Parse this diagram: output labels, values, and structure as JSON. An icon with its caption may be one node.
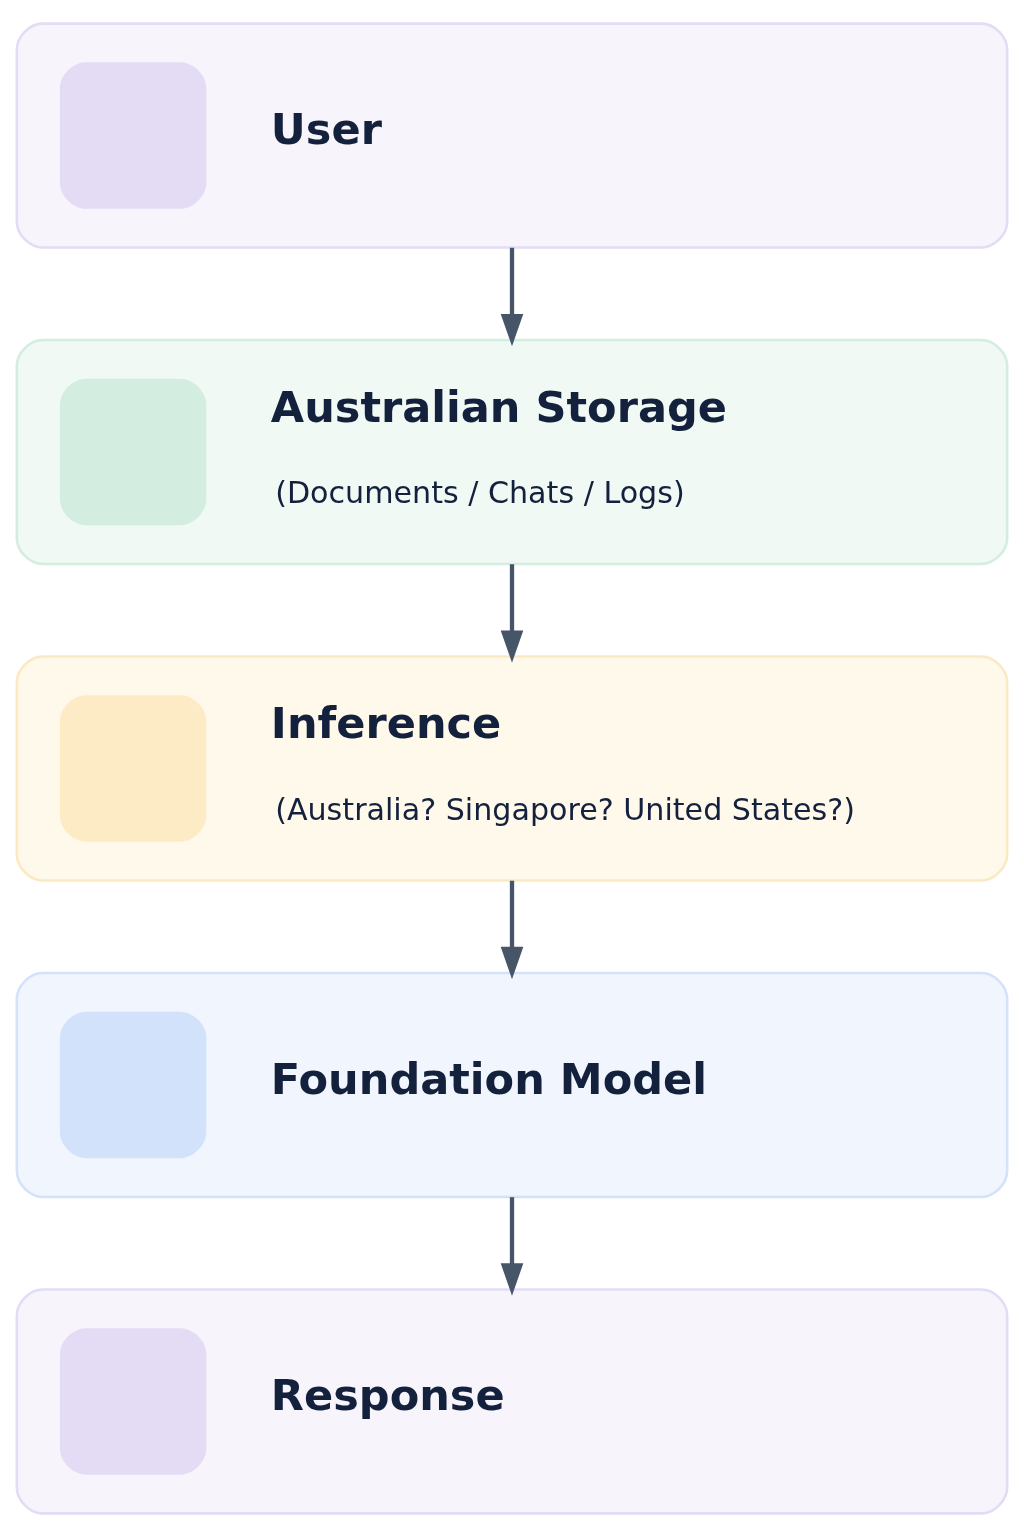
{
  "diagram": {
    "nodes": [
      {
        "text": [
          "User"
        ]
      },
      {
        "text": [
          "Australian Storage",
          "(Documents / Chats / Logs)"
        ]
      },
      {
        "text": [
          "Inference",
          "(Australia? Singapore? United States?)"
        ]
      },
      {
        "text": [
          "Foundation Model"
        ]
      },
      {
        "text": [
          "Response"
        ]
      }
    ],
    "edges": [
      {
        "from": 0,
        "to": 1,
        "arrow": "to"
      },
      {
        "from": 1,
        "to": 2,
        "arrow": "to"
      },
      {
        "from": 2,
        "to": 3,
        "arrow": "to"
      },
      {
        "from": 3,
        "to": 4,
        "arrow": "to"
      }
    ]
  }
}
